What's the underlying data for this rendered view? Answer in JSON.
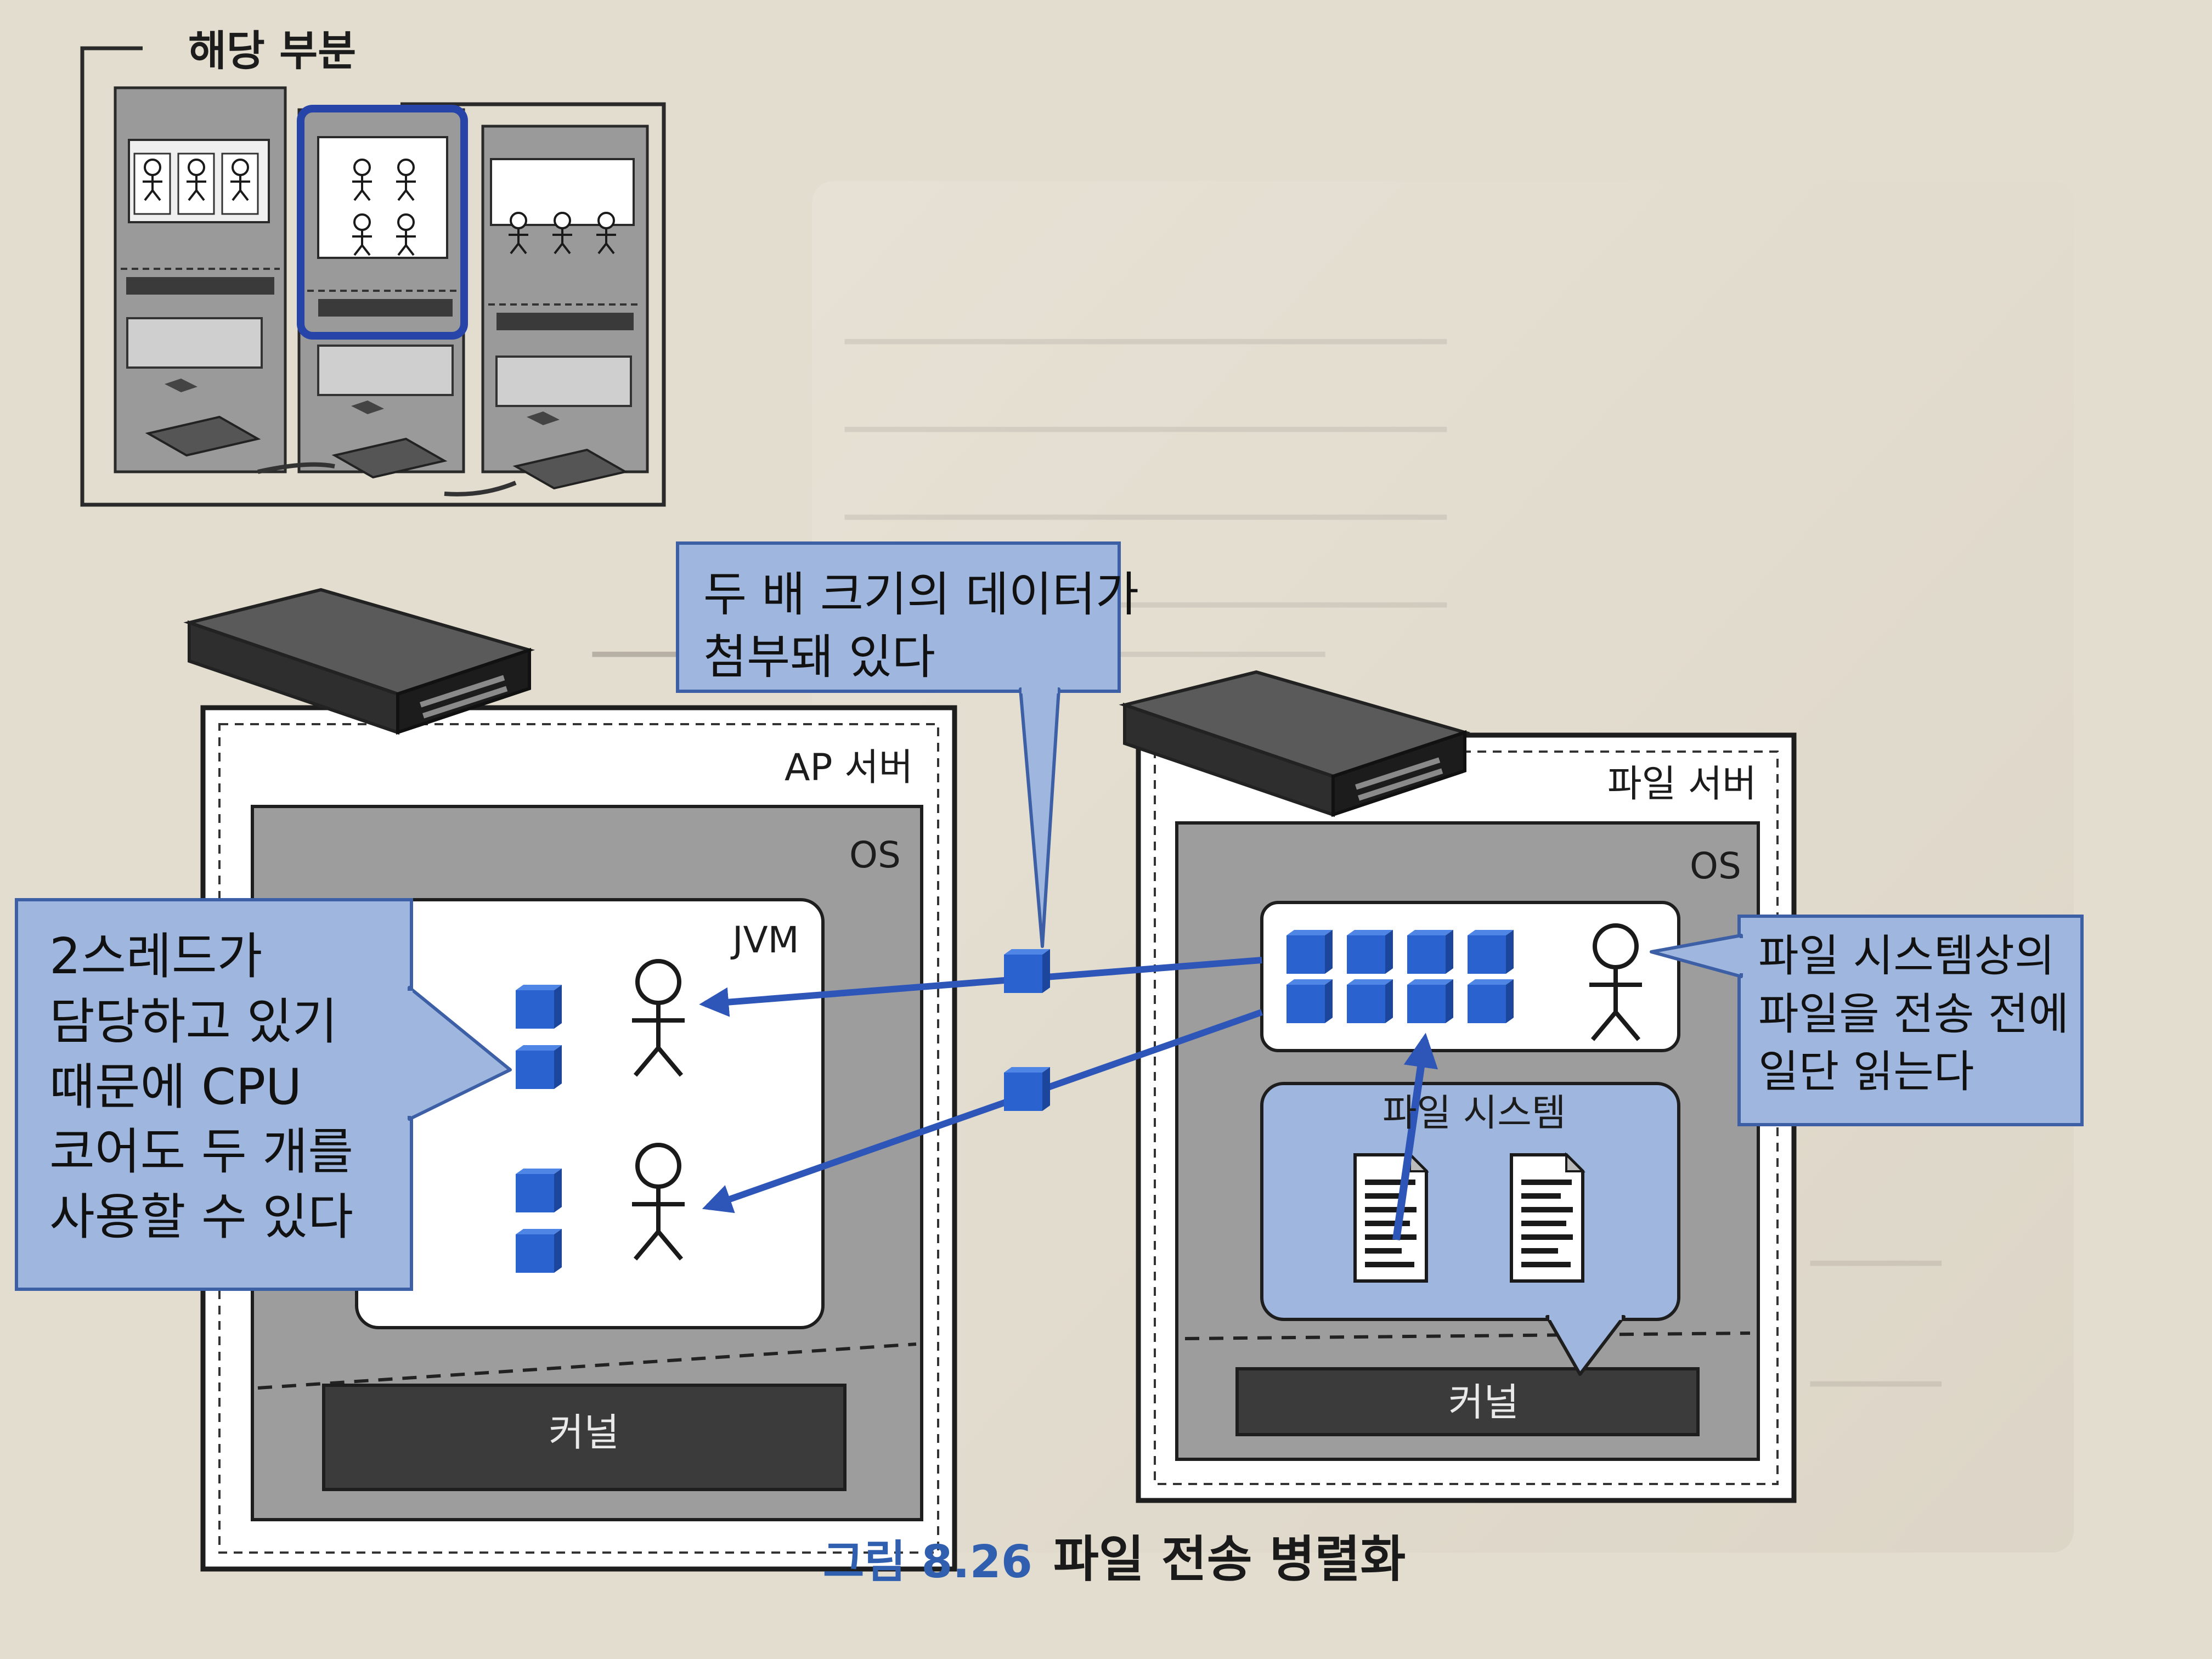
{
  "inset": {
    "title": "해당 부분"
  },
  "top_callout": {
    "text": "두 배 크기의 데이터가\n첨부돼 있다"
  },
  "left_callout": {
    "text": "2스레드가\n담당하고 있기\n때문에 CPU\n코어도 두 개를\n사용할 수 있다"
  },
  "right_callout": {
    "text": "파일 시스템상의\n파일을 전송 전에\n일단 읽는다"
  },
  "ap_server": {
    "title": "AP 서버",
    "os_label": "OS",
    "jvm_label": "JVM",
    "kernel_label": "커널"
  },
  "file_server": {
    "title": "파일 서버",
    "os_label": "OS",
    "filesystem_label": "파일 시스템",
    "kernel_label": "커널"
  },
  "caption": {
    "number": "그림 8.26",
    "title": "파일 전송 병렬화"
  },
  "colors": {
    "block_blue": "#2a63d0",
    "callout_fill": "#9fb7de",
    "callout_border": "#3c5fa6",
    "arrow_blue": "#2e55b8",
    "kernel_fill": "#3b3b3b",
    "os_fill": "#9a9a9a",
    "inset_highlight": "#2744a8"
  }
}
